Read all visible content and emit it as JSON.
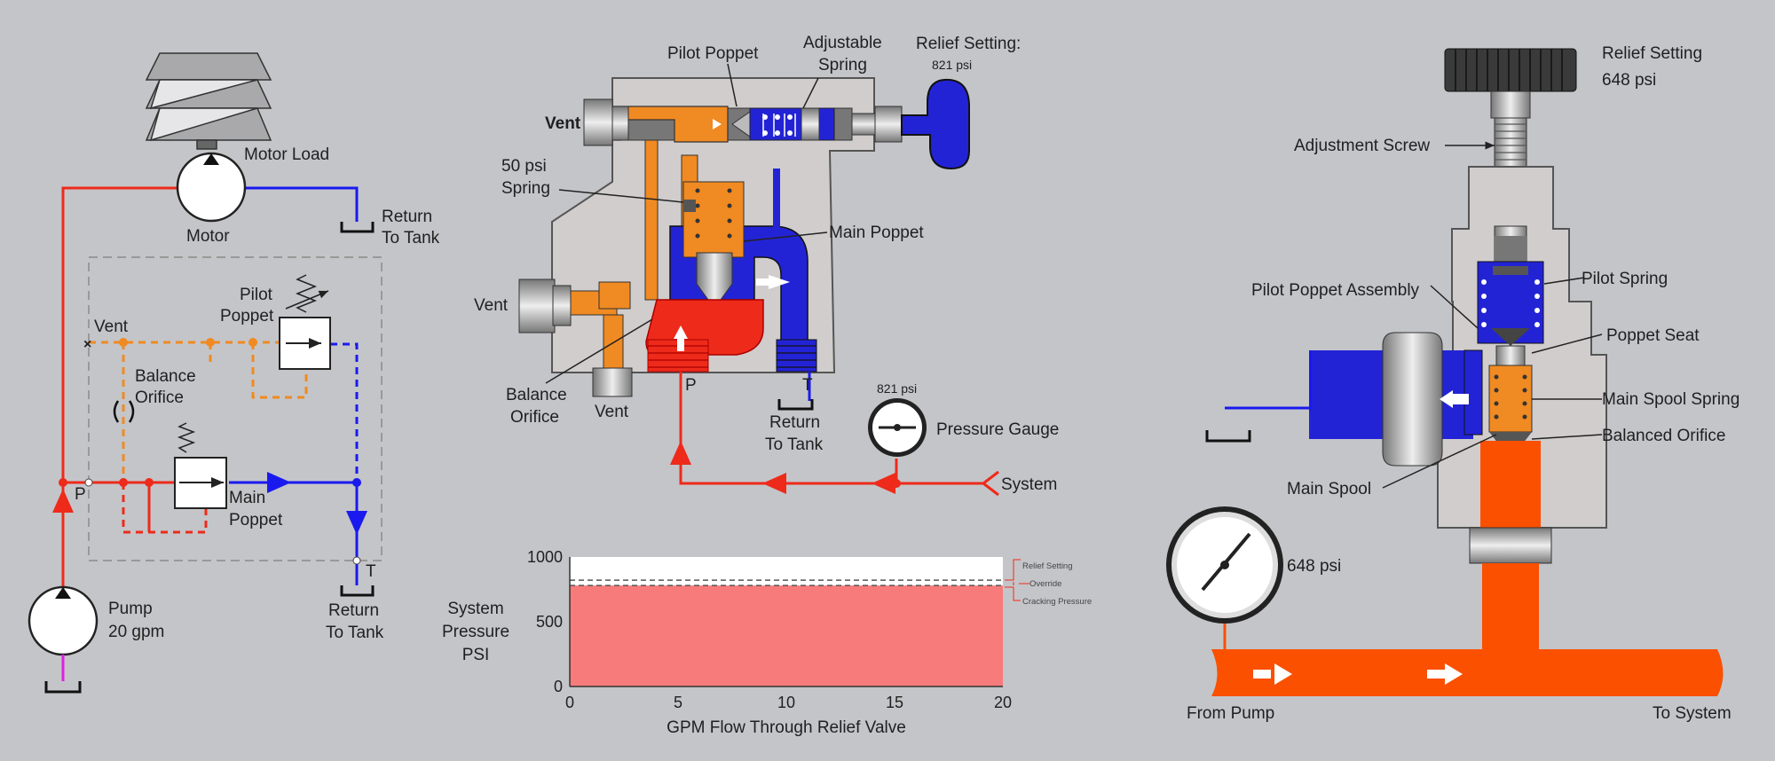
{
  "schematic": {
    "motor_load": "Motor Load",
    "motor": "Motor",
    "return_tank_top": [
      "Return",
      "To Tank"
    ],
    "pilot_poppet": [
      "Pilot",
      "Poppet"
    ],
    "vent": "Vent",
    "balance_orifice": [
      "Balance",
      "Orifice"
    ],
    "p_port": "P",
    "main_poppet": [
      "Main",
      "Poppet"
    ],
    "t_port": "T",
    "pump": [
      "Pump",
      "20 gpm"
    ],
    "return_tank_bottom": [
      "Return",
      "To Tank"
    ]
  },
  "cutaway": {
    "pilot_poppet": "Pilot Poppet",
    "adjustable_spring": [
      "Adjustable",
      "Spring"
    ],
    "relief_setting": [
      "Relief Setting:",
      "821 psi"
    ],
    "vent_top": "Vent",
    "spring_50": [
      "50 psi",
      "Spring"
    ],
    "main_poppet": "Main Poppet",
    "vent_mid": "Vent",
    "balance_orifice": [
      "Balance",
      "Orifice"
    ],
    "vent_bottom": "Vent",
    "p_port": "P",
    "t_port": "T",
    "return_tank": [
      "Return",
      "To Tank"
    ],
    "gauge_value": "821 psi",
    "pressure_gauge": "Pressure Gauge",
    "system": "System"
  },
  "right_valve": {
    "relief_setting": [
      "Relief Setting",
      "648 psi"
    ],
    "adjustment_screw": "Adjustment Screw",
    "pilot_poppet_assembly": "Pilot Poppet Assembly",
    "pilot_spring": "Pilot Spring",
    "poppet_seat": "Poppet Seat",
    "main_spool_spring": "Main Spool Spring",
    "balanced_orifice": "Balanced Orifice",
    "main_spool": "Main Spool",
    "gauge_value": "648 psi",
    "from_pump": "From Pump",
    "to_system": "To System"
  },
  "colors": {
    "pressure_red": "#ee2a1a",
    "pilot_orange": "#f08a22",
    "return_blue": "#1a1aee",
    "pipe_orange": "#fa5000",
    "chart_fill": "#f87b7b",
    "background": "#c4c5c9"
  },
  "chart_data": {
    "type": "area",
    "x": [
      0,
      20
    ],
    "y": [
      780,
      780
    ],
    "xticks": [
      "0",
      "5",
      "10",
      "15",
      "20"
    ],
    "yticks": [
      "0",
      "500",
      "1000"
    ],
    "xlim": [
      0,
      20
    ],
    "ylim": [
      0,
      1000
    ],
    "ylabel": [
      "System",
      "Pressure",
      "PSI"
    ],
    "xlabel": "GPM Flow Through Relief Valve",
    "reference_lines": [
      {
        "label": "Relief Setting",
        "value": 821,
        "style": "dashed"
      },
      {
        "label": "Cracking Pressure",
        "value": 780,
        "style": "dashed"
      }
    ],
    "annotations": [
      "Relief Setting",
      "Override",
      "Cracking Pressure"
    ]
  }
}
